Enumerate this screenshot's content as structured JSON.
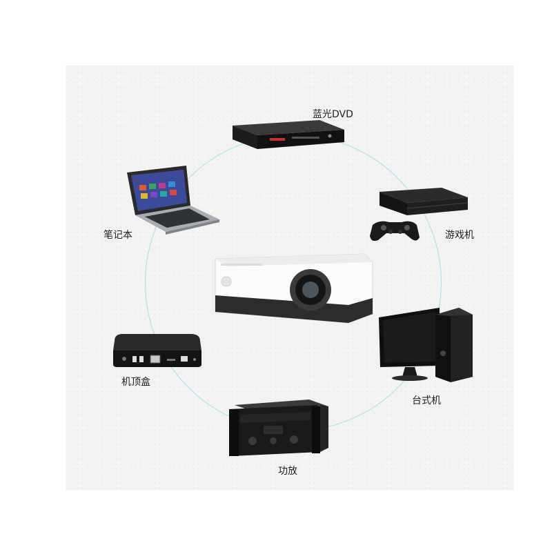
{
  "devices": {
    "bluray_dvd": {
      "label": "蓝光DVD"
    },
    "game_console": {
      "label": "游戏机"
    },
    "laptop": {
      "label": "笔记本"
    },
    "set_top_box": {
      "label": "机顶盒"
    },
    "desktop": {
      "label": "台式机"
    },
    "amplifier": {
      "label": "功放"
    }
  },
  "colors": {
    "ring": "#9fe3ea",
    "panel": "#f3f3f3"
  }
}
